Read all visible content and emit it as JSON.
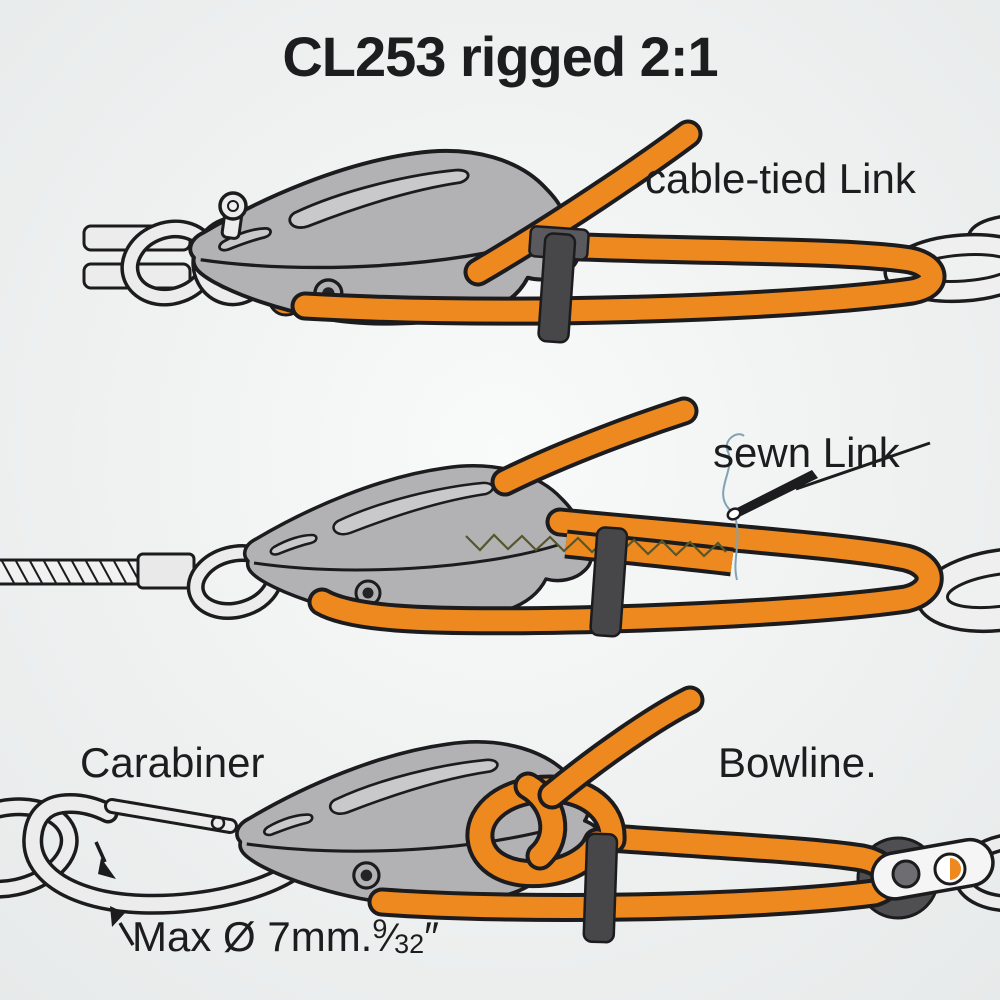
{
  "title": "CL253 rigged 2:1",
  "rows": [
    {
      "name": "cable-tied-link",
      "label": "cable-tied Link"
    },
    {
      "name": "sewn-link",
      "label": "sewn Link"
    },
    {
      "name": "carabiner-bowline",
      "label_left": "Carabiner",
      "label_right": "Bowline."
    }
  ],
  "note": {
    "prefix": "Max Ø 7mm.",
    "numerator": "9",
    "fraction_slash": "⁄",
    "denominator": "32",
    "suffix": "″"
  },
  "colors": {
    "rope_orange": "#ED891E",
    "outline_black": "#1C1C1E",
    "cleat_grey": "#B2B2B4",
    "metal_light": "#ECECEC",
    "strap_dark": "#47474A",
    "sheave_dark": "#4F4F52",
    "text_black": "#1D1D1F",
    "background": "#EFF1F1"
  }
}
